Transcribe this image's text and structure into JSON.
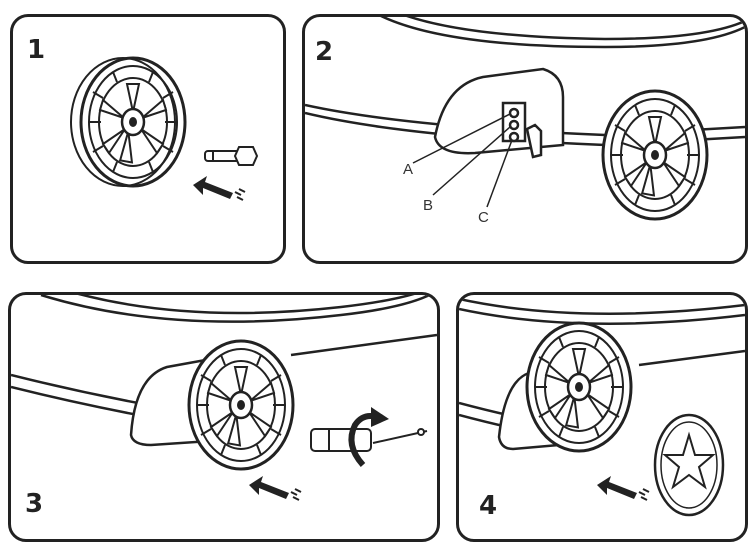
{
  "panels": [
    {
      "number": "1"
    },
    {
      "number": "2",
      "labels": [
        "A",
        "B",
        "C"
      ]
    },
    {
      "number": "3"
    },
    {
      "number": "4"
    }
  ],
  "icons": [
    "wheel-icon",
    "axle-bolt-icon",
    "insert-arrow-icon",
    "rotate-arrow-icon",
    "hubcap-icon"
  ]
}
